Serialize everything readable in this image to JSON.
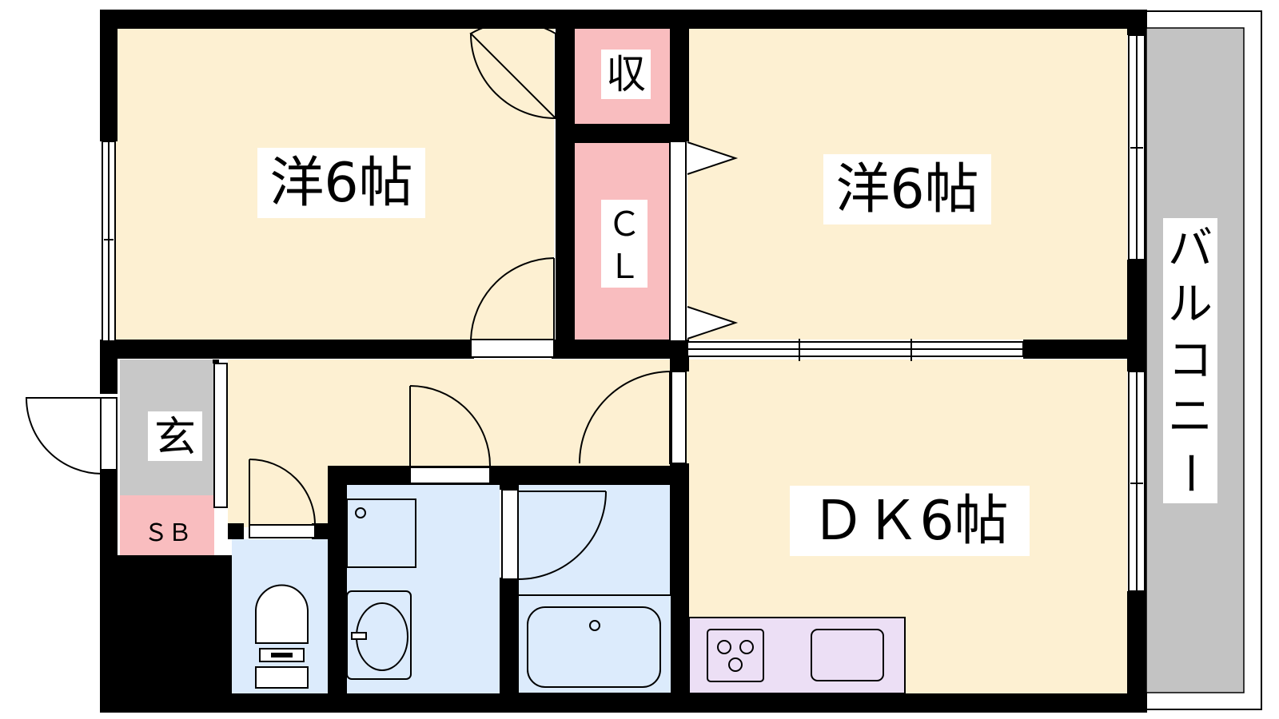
{
  "rooms": {
    "western_left": {
      "label": "洋6帖"
    },
    "western_right": {
      "label": "洋6帖"
    },
    "dk": {
      "label": "ＤＫ6帖"
    },
    "storage": {
      "label": "収"
    },
    "closet": {
      "label_line1": "Ｃ",
      "label_line2": "Ｌ"
    },
    "entrance": {
      "label": "玄"
    },
    "shoebox": {
      "label": "ＳＢ"
    },
    "balcony": {
      "label_chars": [
        "バ",
        "ル",
        "コ",
        "ニ",
        "ー"
      ]
    }
  },
  "colors": {
    "room_fill": "#fdf0d2",
    "storage_fill": "#f9bdbf",
    "wet_area_fill": "#dcebfc",
    "entrance_fill": "#c8c8c8",
    "kitchen_fill": "#ecdff5",
    "balcony_fill": "#c3c3c3",
    "wall": "#000000"
  }
}
